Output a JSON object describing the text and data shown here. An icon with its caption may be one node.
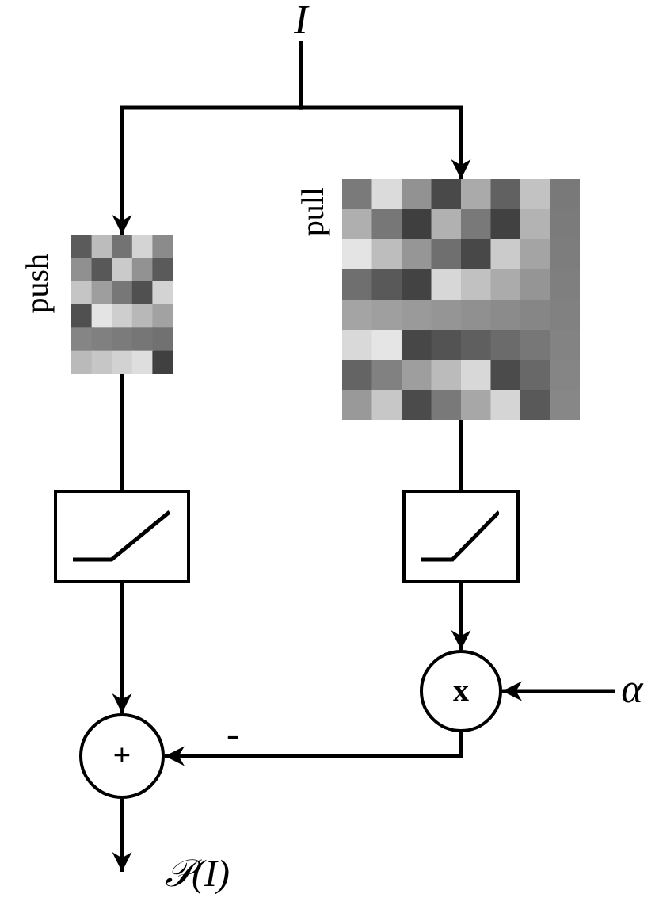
{
  "diagram": {
    "nodes": [
      {
        "text": [
          "I"
        ]
      },
      {
        "text": [],
        "shape": "picture",
        "beside": [
          "push"
        ]
      },
      {
        "text": [],
        "shape": "picture",
        "beside": [
          "pull"
        ]
      },
      {
        "text": [],
        "shape": "box"
      },
      {
        "text": [],
        "shape": "box"
      },
      {
        "text": [
          "x"
        ]
      },
      {
        "text": [
          "+"
        ]
      },
      {
        "text": [
          "α"
        ]
      }
    ],
    "edges": [
      {
        "from": 0,
        "to": 1,
        "arrow": "to"
      },
      {
        "from": 0,
        "to": 2,
        "arrow": "to"
      },
      {
        "from": 1,
        "to": 3,
        "arrow": "none"
      },
      {
        "from": 2,
        "to": 4,
        "arrow": "none"
      },
      {
        "from": 3,
        "to": 6,
        "arrow": "to"
      },
      {
        "from": 4,
        "to": 5,
        "arrow": "to"
      },
      {
        "from": 7,
        "to": 5,
        "arrow": "to"
      },
      {
        "from": 5,
        "to": 6,
        "arrow": "to",
        "label": "-"
      },
      {
        "from": 6,
        "to": null,
        "arrow": "to"
      }
    ],
    "labels": [
      "𝒫(I)"
    ]
  }
}
